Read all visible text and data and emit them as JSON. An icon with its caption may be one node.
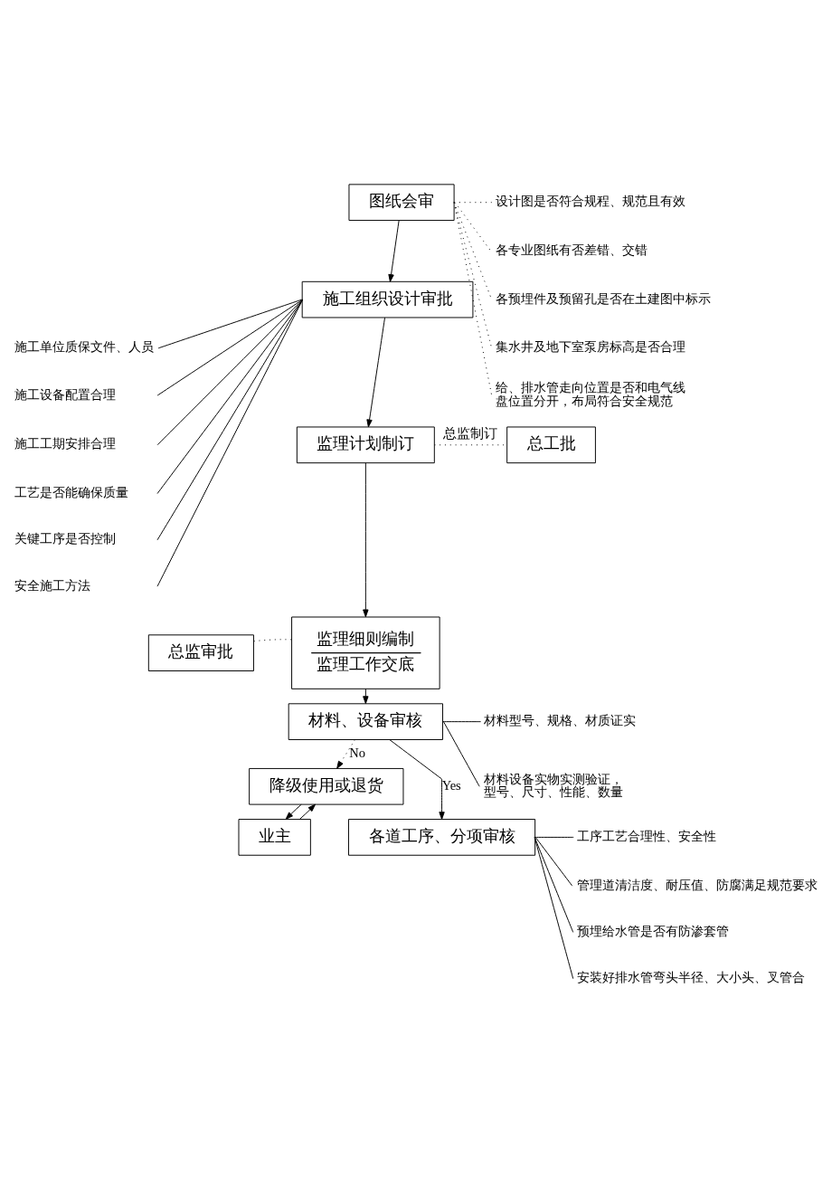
{
  "diagram": {
    "nodes": [
      {
        "text": [
          "图纸会审"
        ]
      },
      {
        "text": [
          "设计图是否符合规程、规范且有效"
        ]
      },
      {
        "text": [
          "各专业图纸有否差错、交错"
        ]
      },
      {
        "text": [
          "各预埋件及预留孔是否在土建图中标示"
        ]
      },
      {
        "text": [
          "集水井及地下室泵房标高是否合理"
        ]
      },
      {
        "text": [
          "给、排水管走向位置是否和电气线盘位置分开，布局符合安全规范"
        ]
      },
      {
        "text": [
          "施工组织设计审批"
        ]
      },
      {
        "text": [
          "施工单位质保文件、人员"
        ]
      },
      {
        "text": [
          "施工设备配置合理"
        ]
      },
      {
        "text": [
          "施工工期安排合理"
        ]
      },
      {
        "text": [
          "工艺是否能确保质量"
        ]
      },
      {
        "text": [
          "关键工序是否控制"
        ]
      },
      {
        "text": [
          "安全施工方法"
        ]
      },
      {
        "text": [
          "监理计划制订"
        ]
      },
      {
        "text": [
          "总工批"
        ]
      },
      {
        "text": [
          "总监审批"
        ]
      },
      {
        "text": [
          "监理细则编制",
          "监理工作交底"
        ]
      },
      {
        "text": [
          "材料、设备审核"
        ]
      },
      {
        "text": [
          "材料型号、规格、材质证实"
        ]
      },
      {
        "text": [
          "材料设备实物实测验证，型号、尺寸、性能、数量"
        ]
      },
      {
        "text": [
          "业主"
        ]
      },
      {
        "text": [
          "降级使用或退货"
        ]
      },
      {
        "text": [
          "各道工序、分项审核"
        ]
      },
      {
        "text": [
          "工序工艺合理性、安全性"
        ]
      },
      {
        "text": [
          "管理道清洁度、耐压值、防腐满足规范要求"
        ]
      },
      {
        "text": [
          "预埋给水管是否有防渗套管"
        ]
      },
      {
        "text": [
          "安装好排水管弯头半径、大小头、叉管合"
        ]
      }
    ],
    "edges": [
      {
        "from": 0,
        "to": 1,
        "arrow": "none",
        "style": "dashed"
      },
      {
        "from": 0,
        "to": 2,
        "arrow": "none",
        "style": "dashed"
      },
      {
        "from": 0,
        "to": 3,
        "arrow": "none",
        "style": "dashed"
      },
      {
        "from": 0,
        "to": 4,
        "arrow": "none",
        "style": "dashed"
      },
      {
        "from": 0,
        "to": 5,
        "arrow": "none",
        "style": "dashed"
      },
      {
        "from": 0,
        "to": 6,
        "arrow": "to"
      },
      {
        "from": 6,
        "to": 7,
        "arrow": "none"
      },
      {
        "from": 6,
        "to": 8,
        "arrow": "none"
      },
      {
        "from": 6,
        "to": 9,
        "arrow": "none"
      },
      {
        "from": 6,
        "to": 10,
        "arrow": "none"
      },
      {
        "from": 6,
        "to": 11,
        "arrow": "none"
      },
      {
        "from": 6,
        "to": 12,
        "arrow": "none"
      },
      {
        "from": 6,
        "to": 13,
        "arrow": "to"
      },
      {
        "from": 13,
        "to": 14,
        "arrow": "none",
        "label": "总监制订",
        "style": "dashed"
      },
      {
        "from": 13,
        "to": 16,
        "arrow": "to"
      },
      {
        "from": 15,
        "to": 16,
        "arrow": "none",
        "style": "dashed"
      },
      {
        "from": 16,
        "to": 17,
        "arrow": "to"
      },
      {
        "from": 17,
        "to": 18,
        "arrow": "none"
      },
      {
        "from": 17,
        "to": 19,
        "arrow": "none"
      },
      {
        "from": 17,
        "to": 21,
        "arrow": "to",
        "label": "No",
        "style": "dashed"
      },
      {
        "from": 17,
        "to": 22,
        "arrow": "to",
        "label": "Yes"
      },
      {
        "from": 20,
        "to": 21,
        "arrow": "to"
      },
      {
        "from": 21,
        "to": 20,
        "arrow": "to"
      },
      {
        "from": 22,
        "to": 23,
        "arrow": "none"
      },
      {
        "from": 22,
        "to": 24,
        "arrow": "none"
      },
      {
        "from": 22,
        "to": 25,
        "arrow": "none"
      },
      {
        "from": 22,
        "to": 26,
        "arrow": "none"
      }
    ]
  }
}
